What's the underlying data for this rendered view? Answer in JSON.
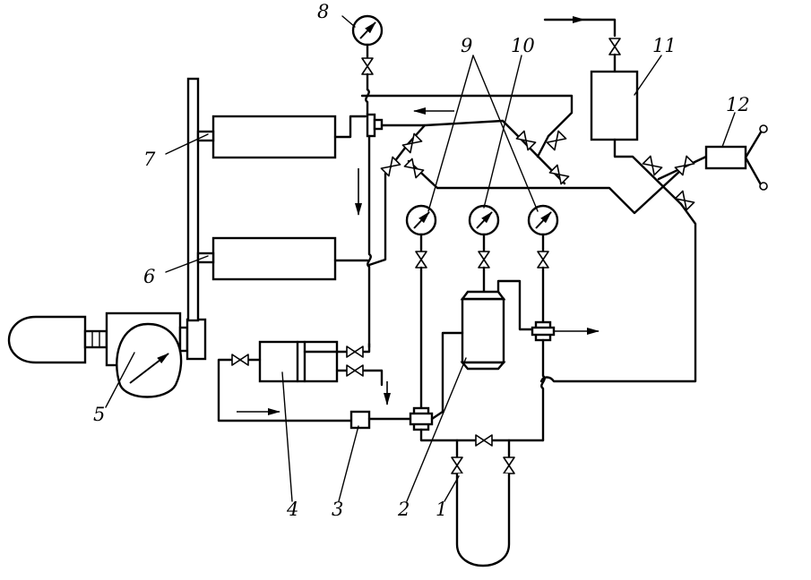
{
  "labels": {
    "l1": "1",
    "l2": "2",
    "l3": "3",
    "l4": "4",
    "l5": "5",
    "l6": "6",
    "l7": "7",
    "l8": "8",
    "l9": "9",
    "l10": "10",
    "l11": "11",
    "l12": "12"
  },
  "icons": {
    "gauge": "pressure-gauge-icon",
    "valve": "valve-icon",
    "arrow": "flow-arrow-icon"
  },
  "colors": {
    "line": "#000000",
    "background": "#ffffff"
  }
}
